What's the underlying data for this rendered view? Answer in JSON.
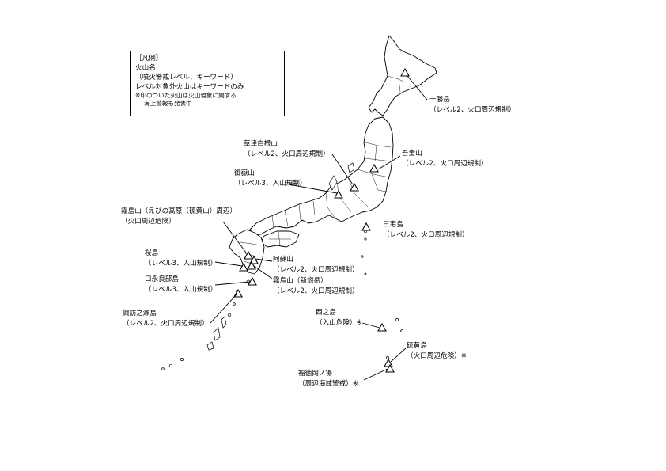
{
  "legend": {
    "title": "［凡例］",
    "line1": "火山名",
    "line2": "（噴火警戒レベル、キーワード）",
    "line3": "レベル対象外火山はキーワードのみ",
    "note1": "※印のついた火山は火山現象に関する",
    "note2": "海上警報も発表中"
  },
  "volcanoes": [
    {
      "id": "tokachidake",
      "name": "十勝岳",
      "status": "（レベル2、火口周辺規制）"
    },
    {
      "id": "kusatsu-shirane",
      "name": "草津白根山",
      "status": "（レベル2、火口周辺規制）"
    },
    {
      "id": "azumayama",
      "name": "吾妻山",
      "status": "（レベル2、火口周辺規制）"
    },
    {
      "id": "ontake",
      "name": "御嶽山",
      "status": "（レベル3、入山規制）"
    },
    {
      "id": "miyakejima",
      "name": "三宅島",
      "status": "（レベル2、火口周辺規制）"
    },
    {
      "id": "kirishima-ebino",
      "name": "霧島山（えびの高原（硫黄山）周辺）",
      "status": "（火口周辺危険）"
    },
    {
      "id": "sakurajima",
      "name": "桜島",
      "status": "（レベル3、入山規制）"
    },
    {
      "id": "asosan",
      "name": "阿蘇山",
      "status": "（レベル2、火口周辺規制）"
    },
    {
      "id": "kirishima-shinmoe",
      "name": "霧島山（新燃岳）",
      "status": "（レベル2、火口周辺規制）"
    },
    {
      "id": "kuchinoerabu",
      "name": "口永良部島",
      "status": "（レベル3、入山規制）"
    },
    {
      "id": "suwanosejima",
      "name": "諏訪之瀬島",
      "status": "（レベル2、火口周辺規制）"
    },
    {
      "id": "nishinoshima",
      "name": "西之島",
      "status": "（入山危険）※"
    },
    {
      "id": "iwoto",
      "name": "硫黄島",
      "status": "（火口周辺危険）※"
    },
    {
      "id": "fukutoku",
      "name": "福徳岡ノ場",
      "status": "（周辺海域警戒）※"
    }
  ]
}
